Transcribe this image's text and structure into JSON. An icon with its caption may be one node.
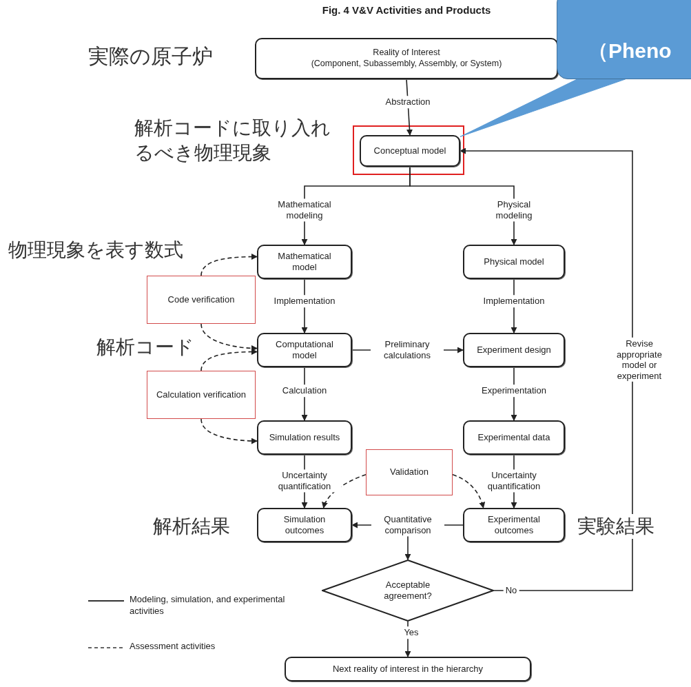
{
  "diagram": {
    "title": "Fig. 4 V&V Activities and Products",
    "nodes": [
      {
        "text": [
          "Reality of Interest",
          "(Component, Subassembly, Assembly, or System)"
        ]
      },
      {
        "text": [
          "（Pheno"
        ]
      },
      {
        "text": [
          "Conceptual model"
        ]
      },
      {
        "text": [
          "Mathematical model"
        ]
      },
      {
        "text": [
          "Physical model"
        ]
      },
      {
        "text": [
          "Code verification"
        ]
      },
      {
        "text": [
          "Computational model"
        ]
      },
      {
        "text": [
          "Experiment design"
        ]
      },
      {
        "text": [
          "Calculation verification"
        ]
      },
      {
        "text": [
          "Simulation results"
        ]
      },
      {
        "text": [
          "Experimental data"
        ]
      },
      {
        "text": [
          "Validation"
        ]
      },
      {
        "text": [
          "Simulation outcomes"
        ]
      },
      {
        "text": [
          "Experimental outcomes"
        ]
      },
      {
        "text": [
          "Acceptable agreement?"
        ]
      },
      {
        "text": [
          "Next reality of interest in the hierarchy"
        ]
      }
    ],
    "edges": [
      {
        "from": 0,
        "to": 2,
        "arrow": "to",
        "label": "Abstraction"
      },
      {
        "from": 2,
        "to": 3,
        "arrow": "to",
        "label": "Mathematical modeling"
      },
      {
        "from": 2,
        "to": 4,
        "arrow": "to",
        "label": "Physical modeling"
      },
      {
        "from": 3,
        "to": 6,
        "arrow": "to",
        "label": "Implementation"
      },
      {
        "from": 4,
        "to": 7,
        "arrow": "to",
        "label": "Implementation"
      },
      {
        "from": 6,
        "to": 7,
        "arrow": "to",
        "label": "Preliminary calculations"
      },
      {
        "from": 6,
        "to": 9,
        "arrow": "to",
        "label": "Calculation"
      },
      {
        "from": 7,
        "to": 10,
        "arrow": "to",
        "label": "Experimentation"
      },
      {
        "from": 9,
        "to": 12,
        "arrow": "to",
        "label": "Uncertainty quantification"
      },
      {
        "from": 10,
        "to": 13,
        "arrow": "to",
        "label": "Uncertainty quantification"
      },
      {
        "from": 13,
        "to": 12,
        "arrow": "to",
        "label": "Quantitative comparison"
      },
      {
        "from": null,
        "to": 14,
        "arrow": "to"
      },
      {
        "from": 14,
        "to": 15,
        "arrow": "to",
        "label": "Yes"
      },
      {
        "from": 14,
        "to": 2,
        "arrow": "to",
        "label": "No"
      },
      {
        "from": 5,
        "to": 3,
        "arrow": "to",
        "style": "dashed"
      },
      {
        "from": 5,
        "to": 6,
        "arrow": "to",
        "style": "dashed"
      },
      {
        "from": 8,
        "to": 6,
        "arrow": "to",
        "style": "dashed"
      },
      {
        "from": 8,
        "to": 9,
        "arrow": "to",
        "style": "dashed"
      },
      {
        "from": 11,
        "to": 12,
        "arrow": "to",
        "style": "dashed"
      },
      {
        "from": 11,
        "to": 13,
        "arrow": "to",
        "style": "dashed"
      },
      {
        "from": 1,
        "to": 2,
        "arrow": "none",
        "color": "#5b9bd5"
      }
    ],
    "labels": [
      "実際の原子炉",
      "解析コードに取り入れるべき物理現象",
      "物理現象を表す数式",
      "解析コード",
      "Revise appropriate model or experiment",
      "解析結果",
      "実験結果"
    ],
    "legend": [
      {
        "text": "Modeling, simulation, and experimental activities"
      },
      {
        "text": "Assessment activities"
      }
    ]
  }
}
